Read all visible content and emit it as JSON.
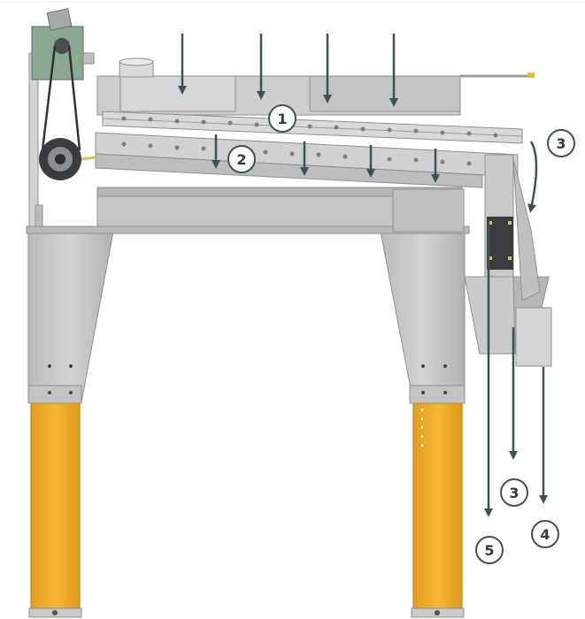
{
  "diagram": {
    "colors": {
      "frame": "#c9cacb",
      "frame_dark": "#8e9092",
      "leg_yellow": "#f2b02a",
      "arrow": "#3e5252",
      "motor_green": "#8aa892"
    },
    "labels": [
      {
        "id": "1",
        "text": "1"
      },
      {
        "id": "2",
        "text": "2"
      },
      {
        "id": "3a",
        "text": "3"
      },
      {
        "id": "3b",
        "text": "3"
      },
      {
        "id": "4",
        "text": "4"
      },
      {
        "id": "5",
        "text": "5"
      }
    ]
  }
}
